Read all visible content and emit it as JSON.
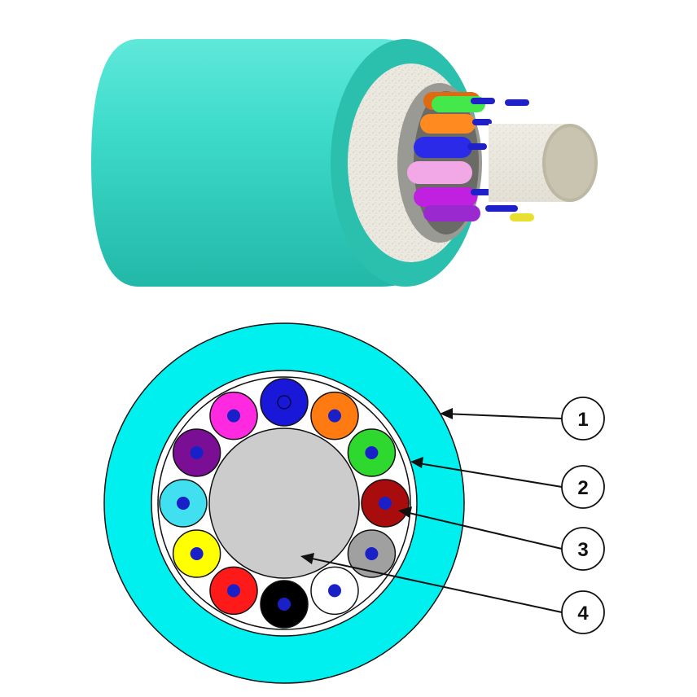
{
  "colors": {
    "jacket": "#00f0f0",
    "jacket_3d": "#3fd6c4",
    "jacket_3d_dark": "#20a896",
    "strength_layer": "#ece9e1",
    "central_member": "#cccccc",
    "fiber_core": "#1a20c8",
    "outline": "#111111",
    "background": "#ffffff"
  },
  "tubes": [
    {
      "color": "#1a18d8",
      "core": "hollow"
    },
    {
      "color": "#ff7a10",
      "core": "solid"
    },
    {
      "color": "#2ed82e",
      "core": "solid"
    },
    {
      "color": "#a80c0c",
      "core": "solid"
    },
    {
      "color": "#a0a0a0",
      "core": "solid"
    },
    {
      "color": "#ffffff",
      "core": "solid"
    },
    {
      "color": "#000000",
      "core": "solid"
    },
    {
      "color": "#ff1a1a",
      "core": "solid"
    },
    {
      "color": "#ffff00",
      "core": "solid"
    },
    {
      "color": "#40e0f0",
      "core": "solid"
    },
    {
      "color": "#7a0f96",
      "core": "solid"
    },
    {
      "color": "#ff2ae0",
      "core": "solid"
    }
  ],
  "callouts": [
    {
      "label": "1"
    },
    {
      "label": "2"
    },
    {
      "label": "3"
    },
    {
      "label": "4"
    }
  ]
}
